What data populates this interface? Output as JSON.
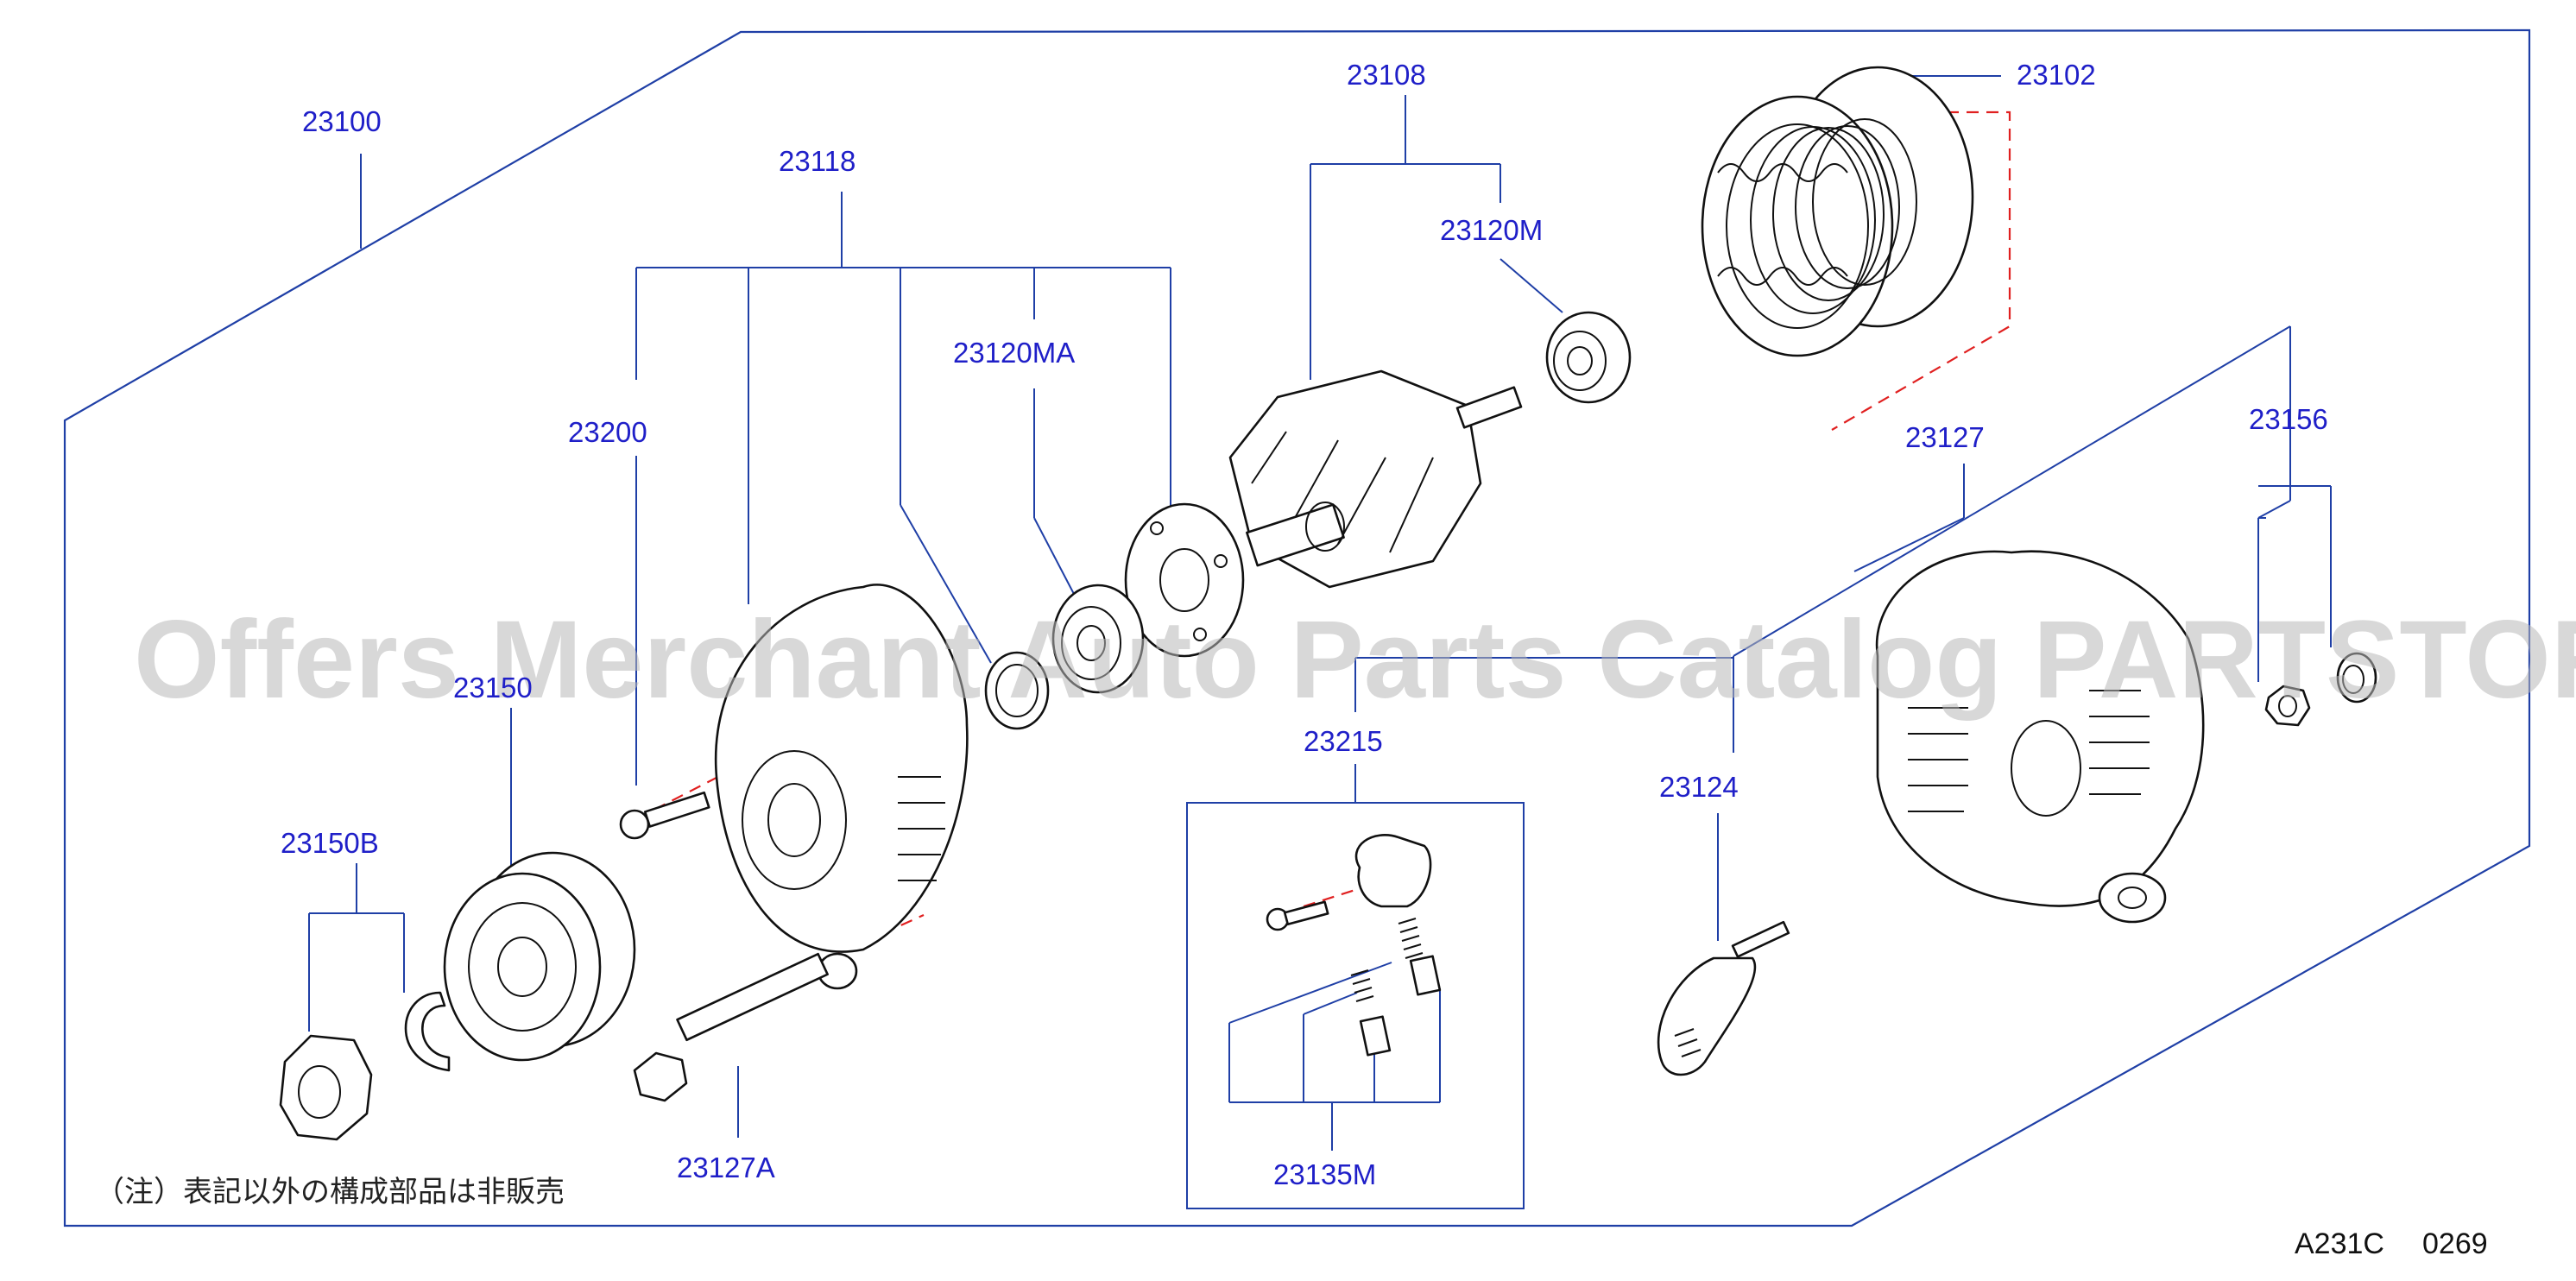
{
  "diagram": {
    "parts": [
      {
        "id": "p23100",
        "label": "23100"
      },
      {
        "id": "p23118",
        "label": "23118"
      },
      {
        "id": "p23108",
        "label": "23108"
      },
      {
        "id": "p23102",
        "label": "23102"
      },
      {
        "id": "p23120m",
        "label": "23120M"
      },
      {
        "id": "p23120ma",
        "label": "23120MA"
      },
      {
        "id": "p23200",
        "label": "23200"
      },
      {
        "id": "p23127",
        "label": "23127"
      },
      {
        "id": "p23156",
        "label": "23156"
      },
      {
        "id": "p23150",
        "label": "23150"
      },
      {
        "id": "p23150b",
        "label": "23150B"
      },
      {
        "id": "p23215",
        "label": "23215"
      },
      {
        "id": "p23124",
        "label": "23124"
      },
      {
        "id": "p23127a",
        "label": "23127A"
      },
      {
        "id": "p23135m",
        "label": "23135M"
      }
    ],
    "note": "（注）表記以外の構成部品は非販売",
    "diagram_code": "A231C",
    "diagram_number": "0269"
  },
  "watermark": "Offers Merchant Auto Parts Catalog PARTSTORE.SA",
  "colors": {
    "label": "#1f1fc8",
    "frame": "#1f3fa6",
    "part_outline": "#111111",
    "dashed_guide": "#e02020",
    "watermark": "#b8b8b8"
  }
}
